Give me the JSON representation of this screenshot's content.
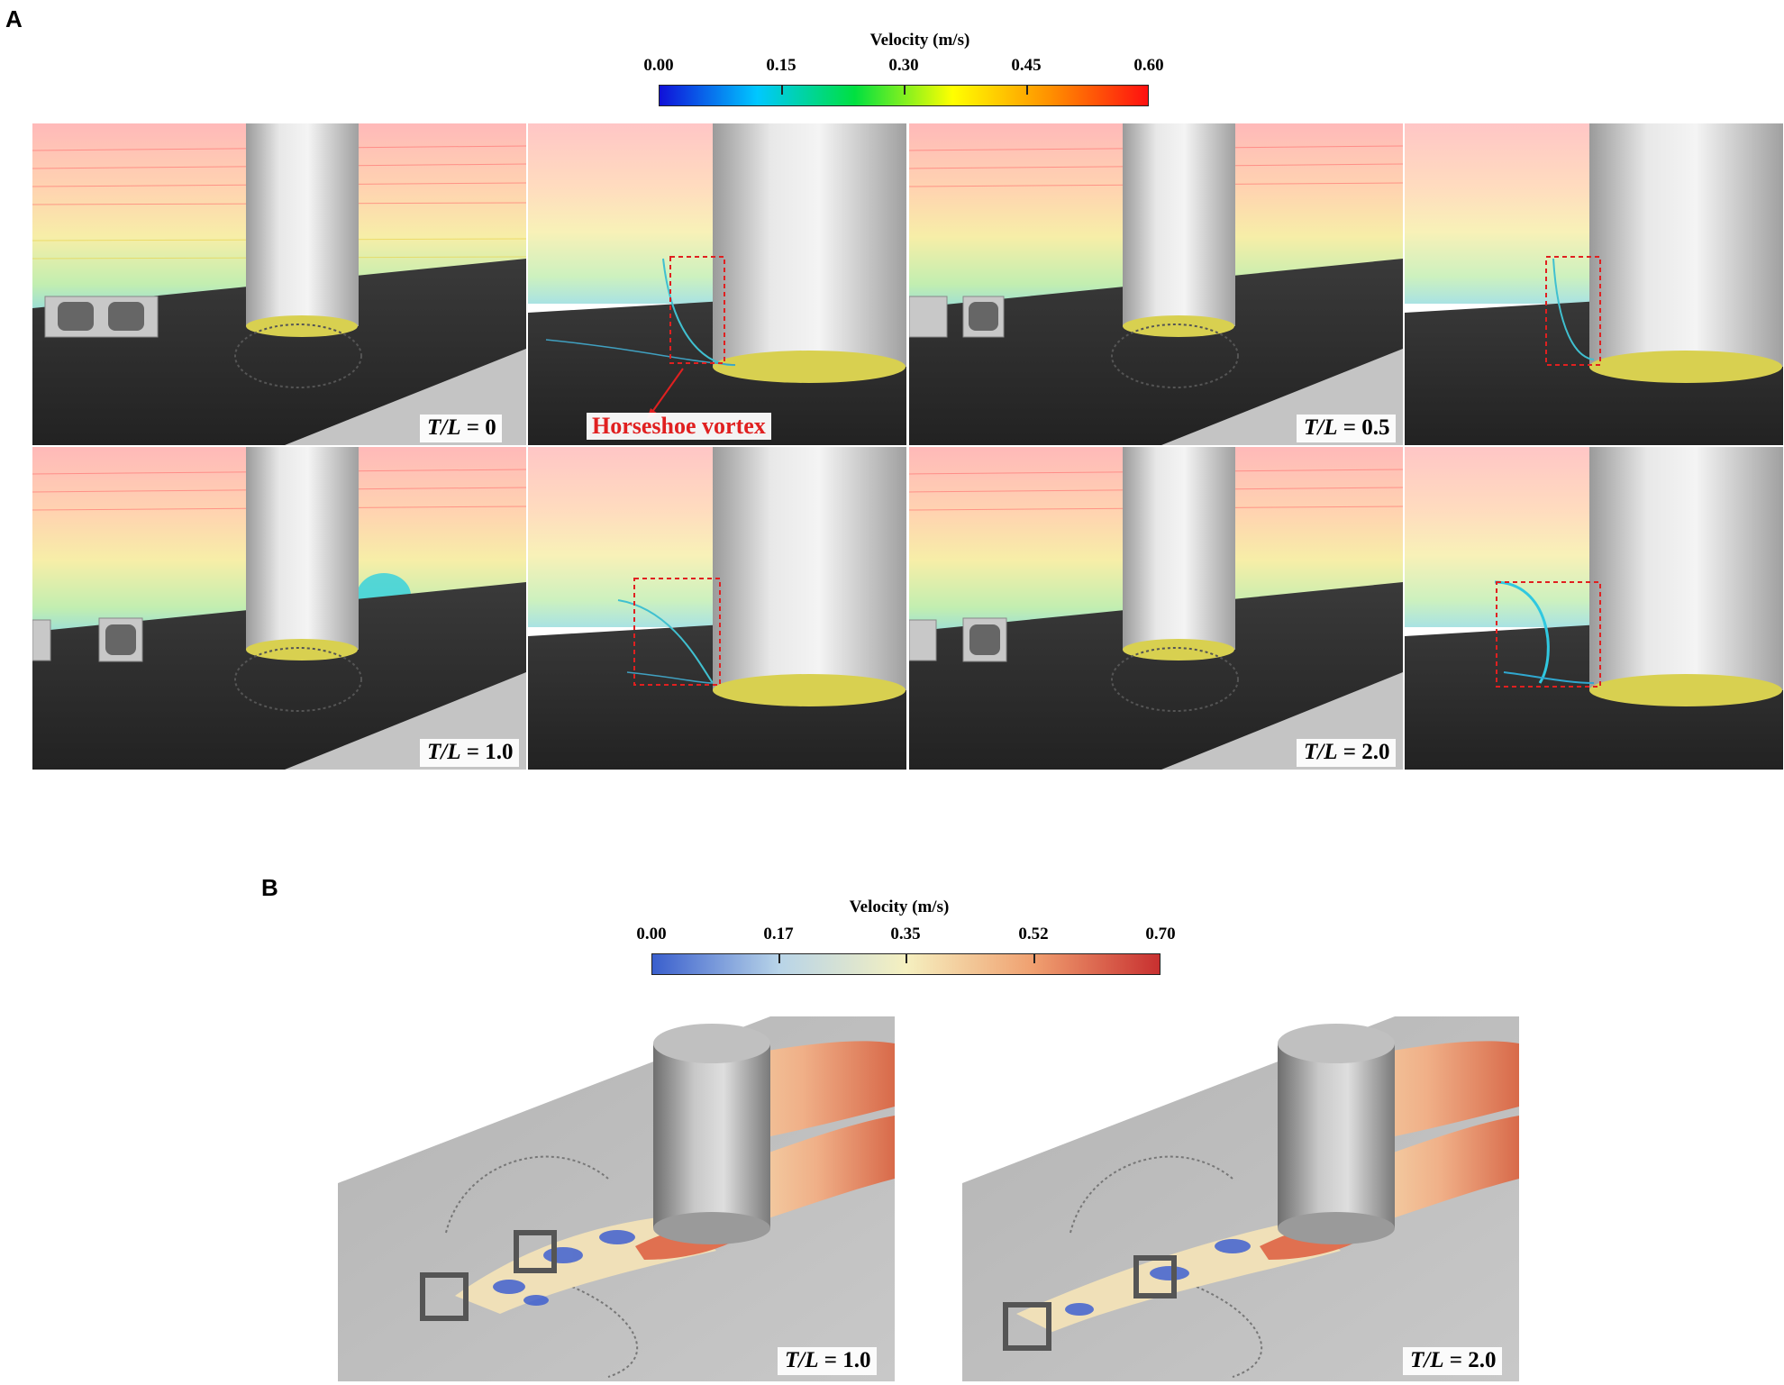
{
  "panel_a": {
    "letter": "A",
    "colorbar": {
      "title": "Velocity (m/s)",
      "ticks": [
        "0.00",
        "0.15",
        "0.30",
        "0.45",
        "0.60"
      ],
      "colors": [
        "#1010d8",
        "#00c8ff",
        "#00e040",
        "#ffff00",
        "#ff9000",
        "#ff1010"
      ]
    },
    "frames": [
      {
        "t_var": "T/L",
        "t_sep": " = ",
        "t_val": "0"
      },
      {
        "t_var": "T/L",
        "t_sep": " = ",
        "t_val": "0.5"
      },
      {
        "t_var": "T/L",
        "t_sep": " = ",
        "t_val": "1.0"
      },
      {
        "t_var": "T/L",
        "t_sep": " = ",
        "t_val": "2.0"
      }
    ],
    "annotation": "Horseshoe vortex",
    "annotation_color": "#e02020"
  },
  "panel_b": {
    "letter": "B",
    "colorbar": {
      "title": "Velocity (m/s)",
      "ticks": [
        "0.00",
        "0.17",
        "0.35",
        "0.52",
        "0.70"
      ],
      "colors": [
        "#3a5fcd",
        "#b8d4e8",
        "#f5f0c0",
        "#f0a070",
        "#c83030"
      ]
    },
    "frames": [
      {
        "t_var": "T/L",
        "t_sep": " = ",
        "t_val": "1.0"
      },
      {
        "t_var": "T/L",
        "t_sep": " = ",
        "t_val": "2.0"
      }
    ]
  }
}
